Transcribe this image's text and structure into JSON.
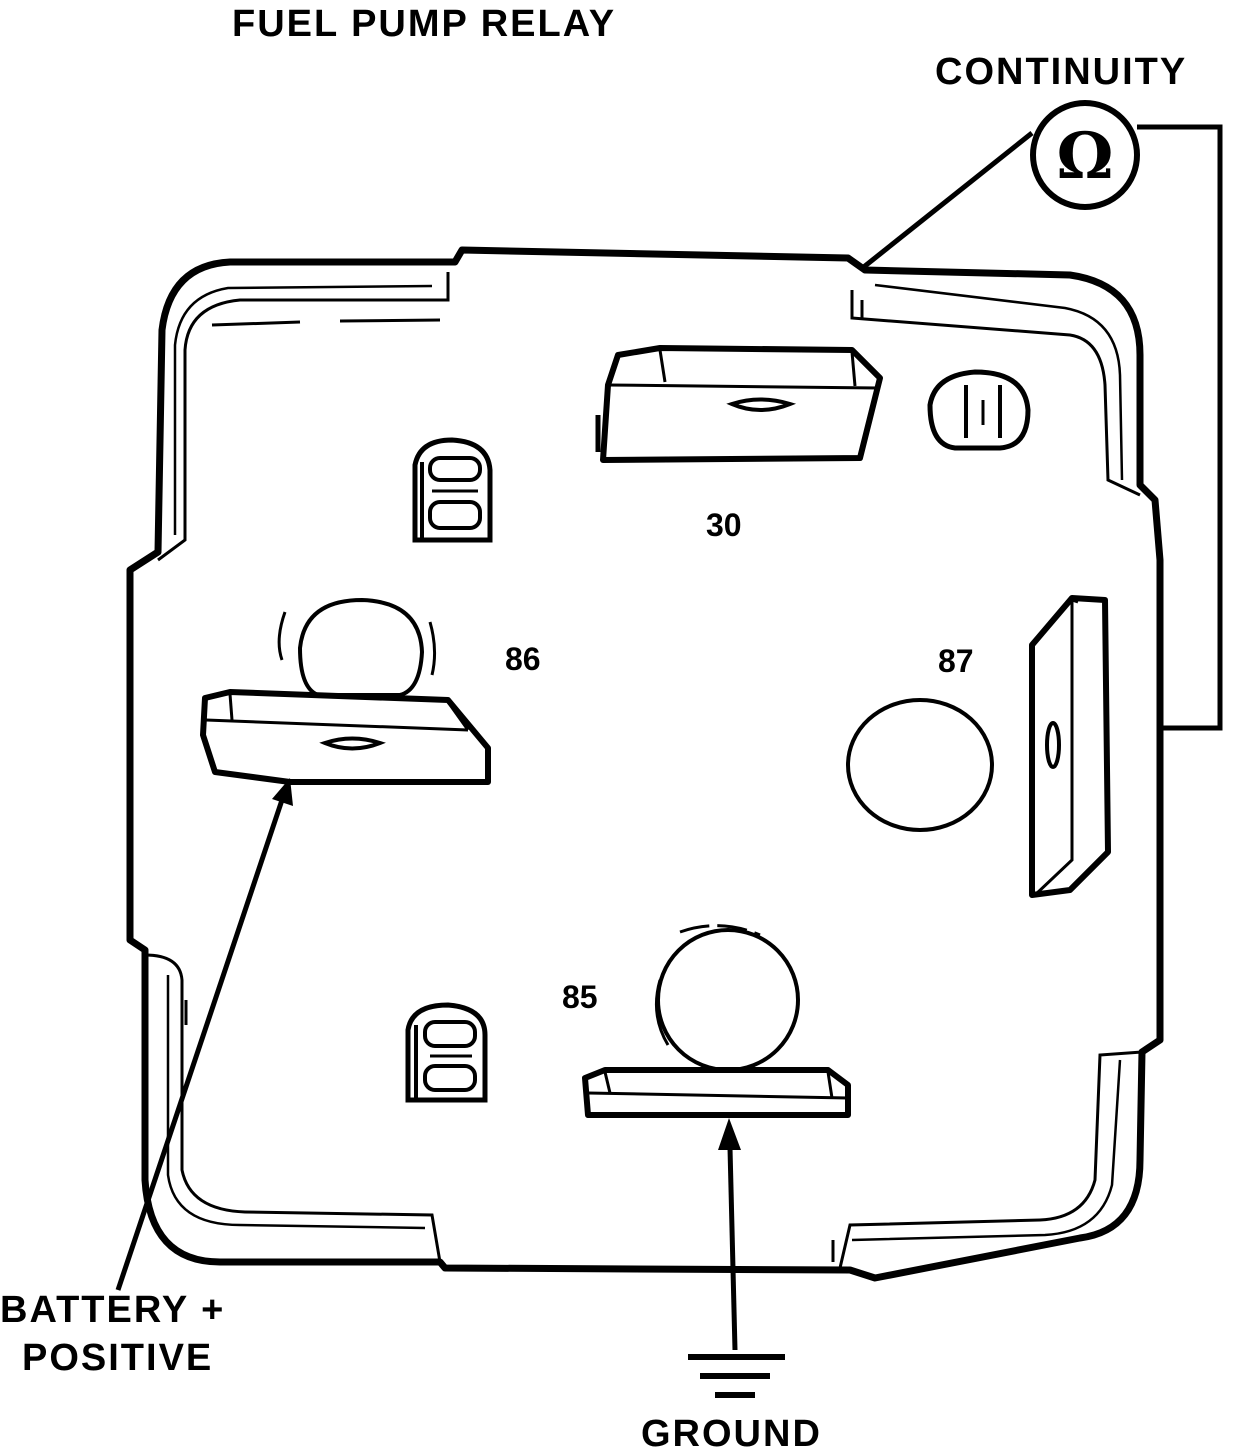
{
  "title": "FUEL PUMP RELAY",
  "meter": {
    "label": "CONTINUITY",
    "symbol": "Ω"
  },
  "terminals": {
    "t30": "30",
    "t86": "86",
    "t87": "87",
    "t85": "85"
  },
  "callouts": {
    "battery_line1": "BATTERY +",
    "battery_line2": "POSITIVE",
    "ground": "GROUND"
  },
  "colors": {
    "ink": "#000000",
    "paper": "#ffffff"
  }
}
